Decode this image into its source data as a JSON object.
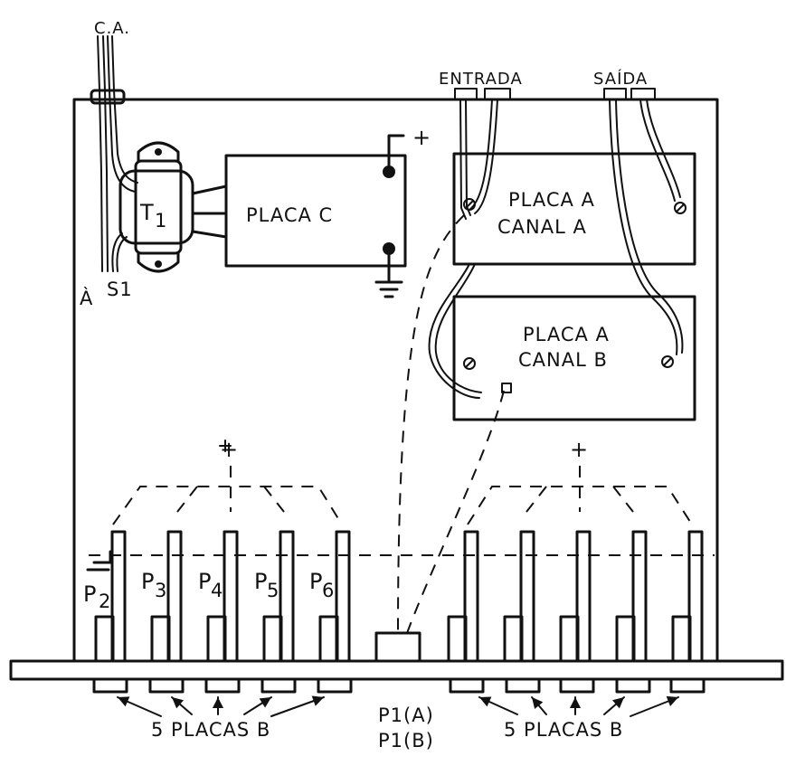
{
  "labels": {
    "ca": "C.A.",
    "entrada": "ENTRADA",
    "saida": "SAÍDA",
    "plus": "+",
    "t1": "T",
    "t1_sub": "1",
    "a_grave": "À",
    "s1": "S1",
    "placa_c": "PLACA  C",
    "placa_a_ch_a_line1": "PLACA A",
    "placa_a_ch_a_line2": "CANAL A",
    "placa_a_ch_b_line1": "PLACA  A",
    "placa_a_ch_b_line2": "CANAL  B",
    "p1a": "P1(A)",
    "p1b": "P1(B)",
    "placas_b_left": "5  PLACAS  B",
    "placas_b_right": "5  PLACAS  B"
  },
  "pots": [
    {
      "letter": "P",
      "index": "2"
    },
    {
      "letter": "P",
      "index": "3"
    },
    {
      "letter": "P",
      "index": "4"
    },
    {
      "letter": "P",
      "index": "5"
    },
    {
      "letter": "P",
      "index": "6"
    }
  ]
}
